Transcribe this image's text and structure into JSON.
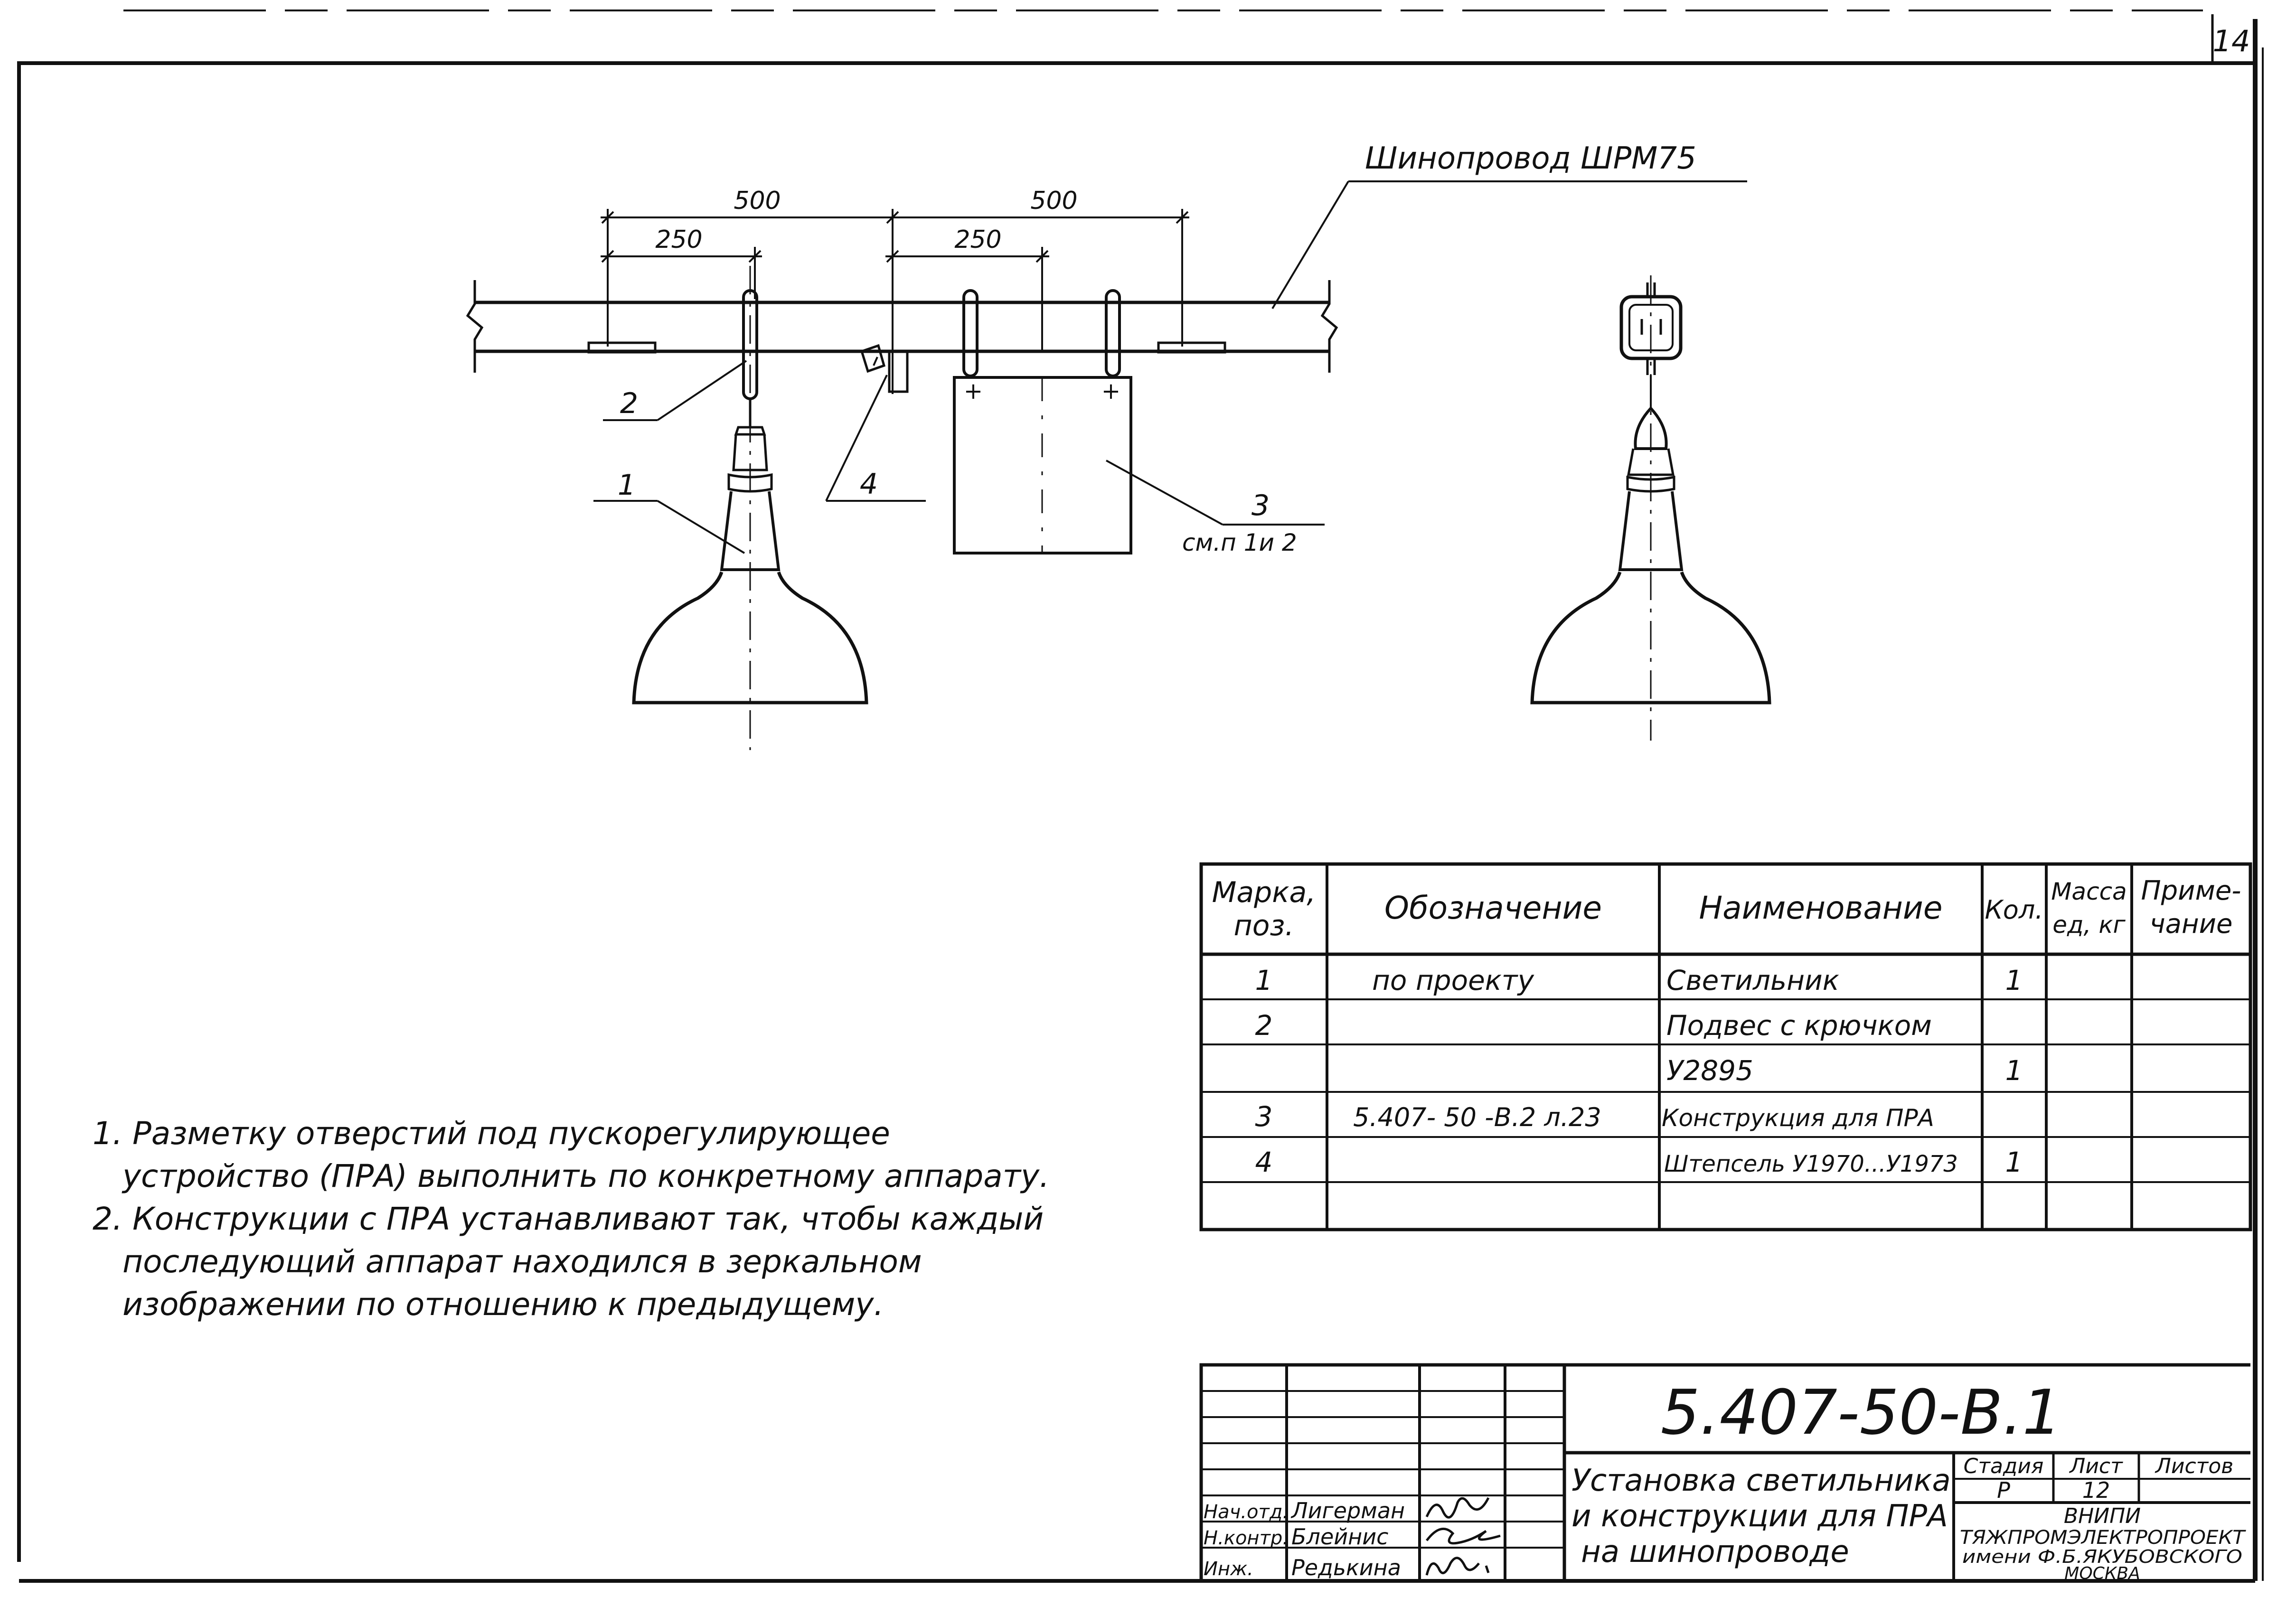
{
  "sheet_number": "14",
  "drawing": {
    "busbar_label": "Шинопровод ШРМ75",
    "dims": {
      "left_500": "500",
      "left_250": "250",
      "right_500": "500",
      "right_250": "250"
    },
    "callouts": {
      "c1": "1",
      "c2": "2",
      "c3": "3",
      "c3_note": "см.п 1и 2",
      "c4": "4"
    },
    "plus": "+"
  },
  "notes": [
    "1. Разметку отверстий под пускорегулирующее",
    "устройство (ПРА) выполнить по конкретному аппарату.",
    "2. Конструкции с ПРА устанавливают так, чтобы каждый",
    "последующий аппарат находился в зеркальном",
    "изображении по отношению к предыдущему."
  ],
  "spec_table": {
    "headers": {
      "mark_1": "Марка,",
      "mark_2": "поз.",
      "designation": "Обозначение",
      "name": "Наименование",
      "qty": "Кол.",
      "mass_1": "Масса",
      "mass_2": "ед, кг",
      "note_1": "Приме-",
      "note_2": "чание"
    },
    "rows": [
      {
        "mark": "1",
        "designation": "по проекту",
        "name": "Светильник",
        "qty": "1"
      },
      {
        "mark": "2",
        "designation": "",
        "name": "Подвес с крючком",
        "qty": ""
      },
      {
        "mark": "",
        "designation": "",
        "name": "У2895",
        "qty": "1"
      },
      {
        "mark": "3",
        "designation": "5.407- 50 -В.2 л.23",
        "name": "Конструкция для ПРА",
        "qty": ""
      },
      {
        "mark": "4",
        "designation": "",
        "name": "Штепсель У1970...У1973",
        "qty": "1"
      },
      {
        "mark": "",
        "designation": "",
        "name": "",
        "qty": ""
      }
    ]
  },
  "title_block": {
    "doc_code": "5.407-50-В.1",
    "title_lines": [
      "Установка светильника",
      "и конструкции для ПРА",
      "на шинопроводе"
    ],
    "stage_label": "Стадия",
    "sheet_label": "Лист",
    "sheets_label": "Листов",
    "stage_value": "Р",
    "sheet_value": "12",
    "org_lines": [
      "ВНИПИ",
      "ТЯЖПРОМЭЛЕКТРОПРОЕКТ",
      "имени Ф.Б.ЯКУБОВСКОГО",
      "МОСКВА"
    ],
    "people": [
      {
        "role": "Нач.отд.",
        "name": "Лигерман"
      },
      {
        "role": "Н.контр.",
        "name": "Блейнис"
      },
      {
        "role": "Инж.",
        "name": "Редькина"
      }
    ]
  }
}
